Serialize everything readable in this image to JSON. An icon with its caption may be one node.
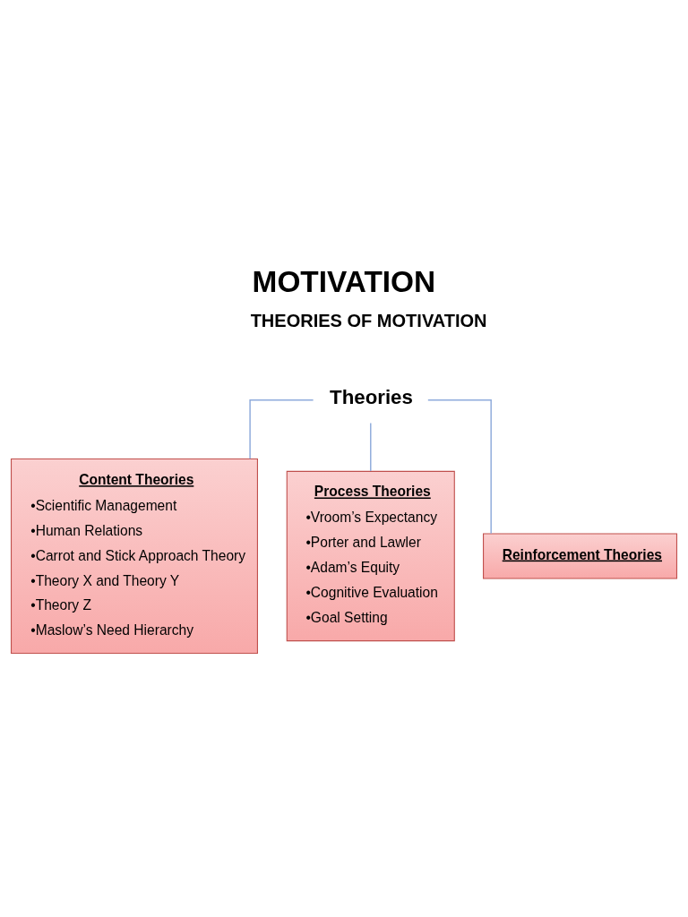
{
  "diagram": {
    "title": "MOTIVATION",
    "nodes": [
      {
        "text": [
          "Theories"
        ]
      },
      {
        "text": [
          "Content Theories",
          "•Scientific Management",
          "•Human Relations",
          "•Carrot and Stick Approach Theory",
          "•Theory X and Theory Y",
          "•Theory Z",
          "•Maslow’s Need Hierarchy"
        ]
      },
      {
        "text": [
          "Process Theories",
          "•Vroom’s Expectancy",
          "•Porter and Lawler",
          "•Adam’s Equity",
          "•Cognitive Evaluation",
          "•Goal Setting"
        ]
      },
      {
        "text": [
          "Reinforcement Theories"
        ]
      }
    ],
    "edges": [
      {
        "from": 0,
        "to": 1,
        "arrow": "none"
      },
      {
        "from": 0,
        "to": 2,
        "arrow": "none"
      },
      {
        "from": 0,
        "to": 3,
        "arrow": "none"
      }
    ],
    "labels": [
      "THEORIES OF MOTIVATION"
    ]
  }
}
